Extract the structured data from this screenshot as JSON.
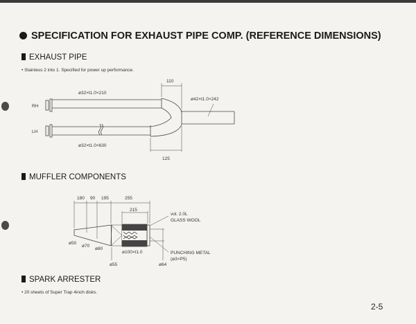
{
  "title": "SPECIFICATION FOR EXHAUST PIPE COMP. (REFERENCE DIMENSIONS)",
  "exhaust": {
    "heading": "EXHAUST PIPE",
    "note": "• Stainless 2 into 1. Specified for power up performance.",
    "rh": "RH",
    "lh": "LH",
    "rh_pipe": "ø32×t1.0×210",
    "lh_pipe": "ø32×t1.0×630",
    "collector": "ø42×t1.0×242",
    "dim_110": "110",
    "dim_125": "125"
  },
  "muffler": {
    "heading": "MUFFLER COMPONENTS",
    "d180": "180",
    "d90": "90",
    "d195": "195",
    "d255": "255",
    "d215": "215",
    "vol": "vol. 2.0L",
    "wool": "GLASS WOOL",
    "punch": "PUNCHING METAL",
    "punch_spec": "(ø3×P5)",
    "o50": "ø50",
    "o70": "ø70",
    "o80": "ø80",
    "o55": "ø55",
    "o100": "ø100×t1.0",
    "o64": "ø64"
  },
  "spark": {
    "heading": "SPARK ARRESTER",
    "note": "• 20 sheets of Super Trap 4inch disks."
  },
  "page_number": "2-5"
}
